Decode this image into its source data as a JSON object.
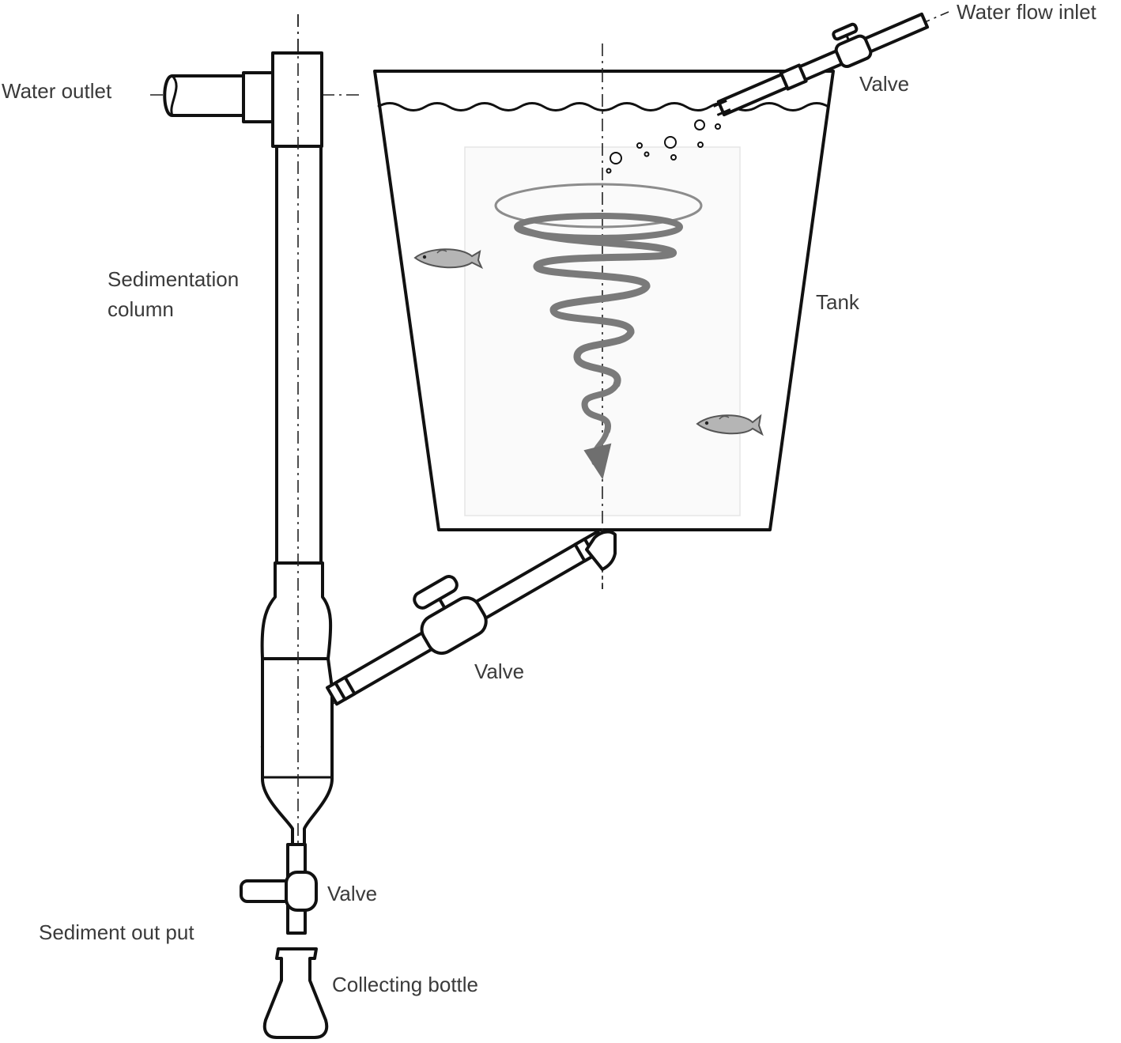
{
  "labels": {
    "water_flow_inlet": "Water flow inlet",
    "valve_inlet": "Valve",
    "water_outlet": "Water outlet",
    "sedimentation_column_line1": "Sedimentation",
    "sedimentation_column_line2": "column",
    "tank": "Tank",
    "valve_middle": "Valve",
    "valve_bottom": "Valve",
    "sediment_output": "Sediment out put",
    "collecting_bottle": "Collecting bottle"
  },
  "colors": {
    "line": "#111111",
    "text": "#3a3a3a",
    "vortex": "#7a7a7a",
    "fish": "#8a8a8a",
    "background": "#ffffff"
  },
  "icons": [
    "fish-icon",
    "vortex-icon",
    "bubble-icon",
    "valve-icon",
    "flask-icon"
  ]
}
